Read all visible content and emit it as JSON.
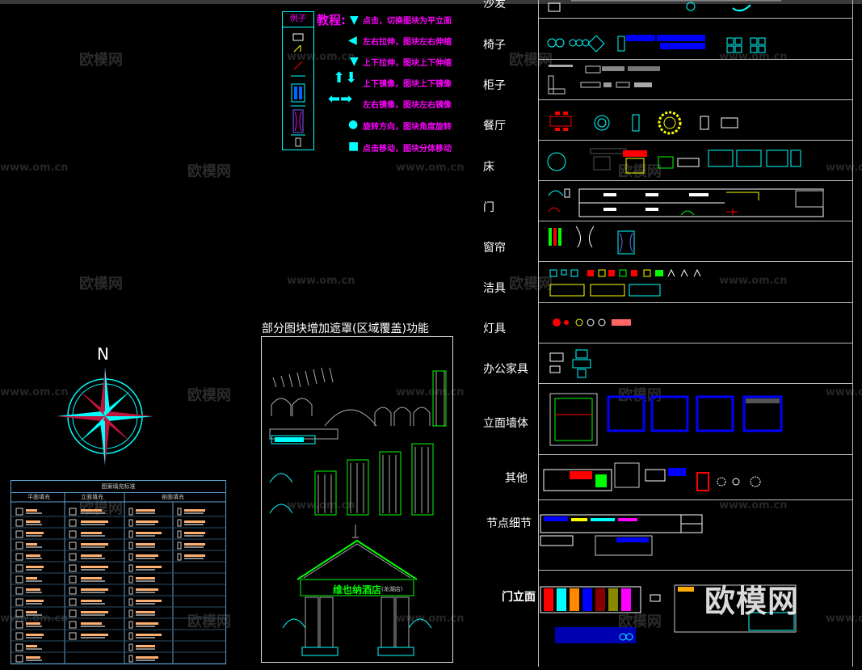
{
  "watermark": {
    "brand": "欧模网",
    "url": "www.om.cn",
    "logo_text": "欧模网"
  },
  "example_box": {
    "title": "例子"
  },
  "tutorial": {
    "title": "教程:",
    "steps": [
      {
        "icon": "triangle-down-icon",
        "text": "点击，切换图块为平立面"
      },
      {
        "icon": "triangle-left-icon",
        "text": "左右拉伸，图块左右伸缩"
      },
      {
        "icon": "triangle-down-icon",
        "text": "上下拉伸，图块上下伸缩"
      },
      {
        "icon": "up-down-arrows-icon",
        "text": "上下镜像，图块上下镜像"
      },
      {
        "icon": "left-right-arrows-icon",
        "text": "左右镜像，图块左右镜像"
      },
      {
        "icon": "dot-icon",
        "text": "旋转方向，图块角度旋转"
      },
      {
        "icon": "square-icon",
        "text": "点击移动，图块分体移动"
      }
    ]
  },
  "categories": [
    {
      "label": "沙发"
    },
    {
      "label": "椅子"
    },
    {
      "label": "柜子"
    },
    {
      "label": "餐厅"
    },
    {
      "label": "床"
    },
    {
      "label": "门"
    },
    {
      "label": "窗帘"
    },
    {
      "label": "洁具"
    },
    {
      "label": "灯具"
    },
    {
      "label": "办公家具"
    },
    {
      "label": "立面墙体"
    },
    {
      "label": "其他"
    },
    {
      "label": "节点细节"
    },
    {
      "label": "门立面"
    }
  ],
  "mask_panel": {
    "title": "部分图块增加遮罩(区域覆盖)功能",
    "sign": "维也纳酒店",
    "sign_sub": "(龙湖店)"
  },
  "compass": {
    "north": "N"
  },
  "fill_table": {
    "title": "图案填充标准",
    "headers": [
      "平面填充",
      "立面填充",
      "剖面填充"
    ]
  },
  "colors": {
    "cyan": "#00ffff",
    "magenta": "#ff00ff",
    "red": "#ff0000",
    "yellow": "#ffff00",
    "blue": "#0000ff",
    "green": "#00ff00",
    "orange": "#ffb070"
  }
}
